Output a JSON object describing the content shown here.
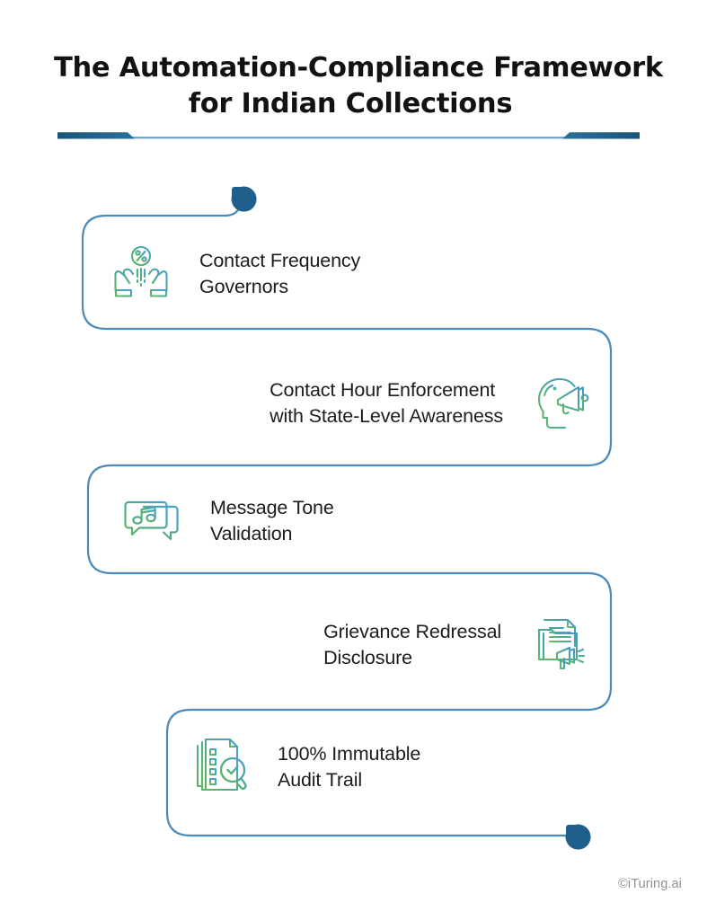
{
  "title": {
    "line1": "The Automation-Compliance Framework",
    "line2": "for Indian Collections"
  },
  "colors": {
    "title_text": "#111214",
    "body_text": "#1b1c1e",
    "path_stroke": "#4b8bba",
    "node_dark_blue": "#1f5f8b",
    "divider_dark": "#1d5c87",
    "divider_thin": "#5d93b8",
    "icon_green": "#5cb85c",
    "icon_teal": "#52a98f",
    "icon_blue": "#4a9fd4",
    "footer_text": "#8e9195",
    "background": "#ffffff"
  },
  "steps": [
    {
      "index": 1,
      "label": "Contact Frequency\nGovernors",
      "icon": "hands-holding-percent-icon",
      "icon_side": "left",
      "align": "left"
    },
    {
      "index": 2,
      "label": "Contact Hour Enforcement\nwith State-Level Awareness",
      "icon": "head-with-megaphone-icon",
      "icon_side": "right",
      "align": "right"
    },
    {
      "index": 3,
      "label": "Message Tone\nValidation",
      "icon": "chat-bubbles-music-note-icon",
      "icon_side": "left",
      "align": "left"
    },
    {
      "index": 4,
      "label": "Grievance Redressal\nDisclosure",
      "icon": "documents-megaphone-icon",
      "icon_side": "right",
      "align": "right"
    },
    {
      "index": 5,
      "label": "100% Immutable\nAudit Trail",
      "icon": "audit-checklist-magnifier-icon",
      "icon_side": "left",
      "align": "left"
    }
  ],
  "footer": {
    "copyright": "©iTuring.ai"
  }
}
